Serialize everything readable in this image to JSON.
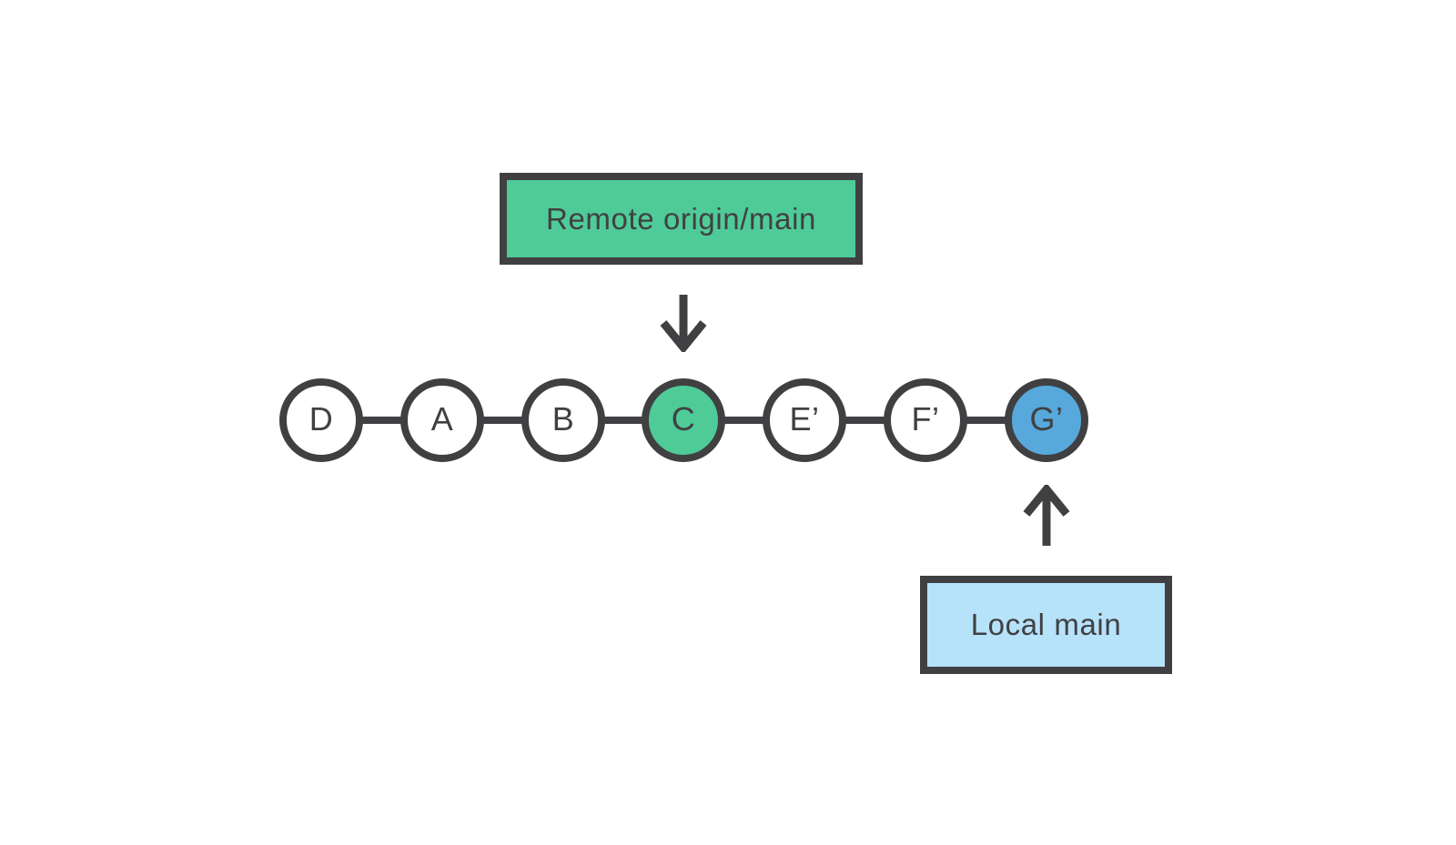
{
  "figure": {
    "title_meaning": "git commit history diverged between remote and local",
    "remote_branch": {
      "label": "Remote origin/main",
      "fill": "#4FCB97",
      "points_to_commit": "C"
    },
    "local_branch": {
      "label": "Local main",
      "fill": "#B6E2FA",
      "points_to_commit": "G’"
    },
    "commits": [
      {
        "id": "D",
        "fill": "#ffffff"
      },
      {
        "id": "A",
        "fill": "#ffffff"
      },
      {
        "id": "B",
        "fill": "#ffffff"
      },
      {
        "id": "C",
        "fill": "#4FCB97"
      },
      {
        "id": "E’",
        "fill": "#ffffff"
      },
      {
        "id": "F’",
        "fill": "#ffffff"
      },
      {
        "id": "G’",
        "fill": "#57A9DC"
      }
    ],
    "colors": {
      "outline": "#404042",
      "text": "#404042",
      "green": "#4FCB97",
      "blue": "#57A9DC",
      "light_blue": "#B6E2FA",
      "background": "#ffffff"
    }
  }
}
